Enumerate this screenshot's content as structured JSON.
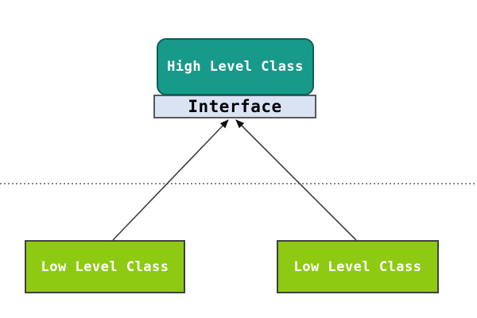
{
  "nodes": {
    "high_level": {
      "label": "High Level Class"
    },
    "interface": {
      "label": "Interface"
    },
    "low_level_left": {
      "label": "Low Level Class"
    },
    "low_level_right": {
      "label": "Low Level Class"
    }
  },
  "colors": {
    "high_level_fill": "#189a8b",
    "high_level_border": "#0e5f55",
    "interface_fill": "#dae3f3",
    "interface_border": "#595959",
    "low_level_fill": "#8fca12",
    "low_level_border": "#404040",
    "arrow_line": "#404040",
    "arrowhead": "#111111",
    "boundary_line": "#8a8a8a",
    "background": "#ffffff"
  }
}
